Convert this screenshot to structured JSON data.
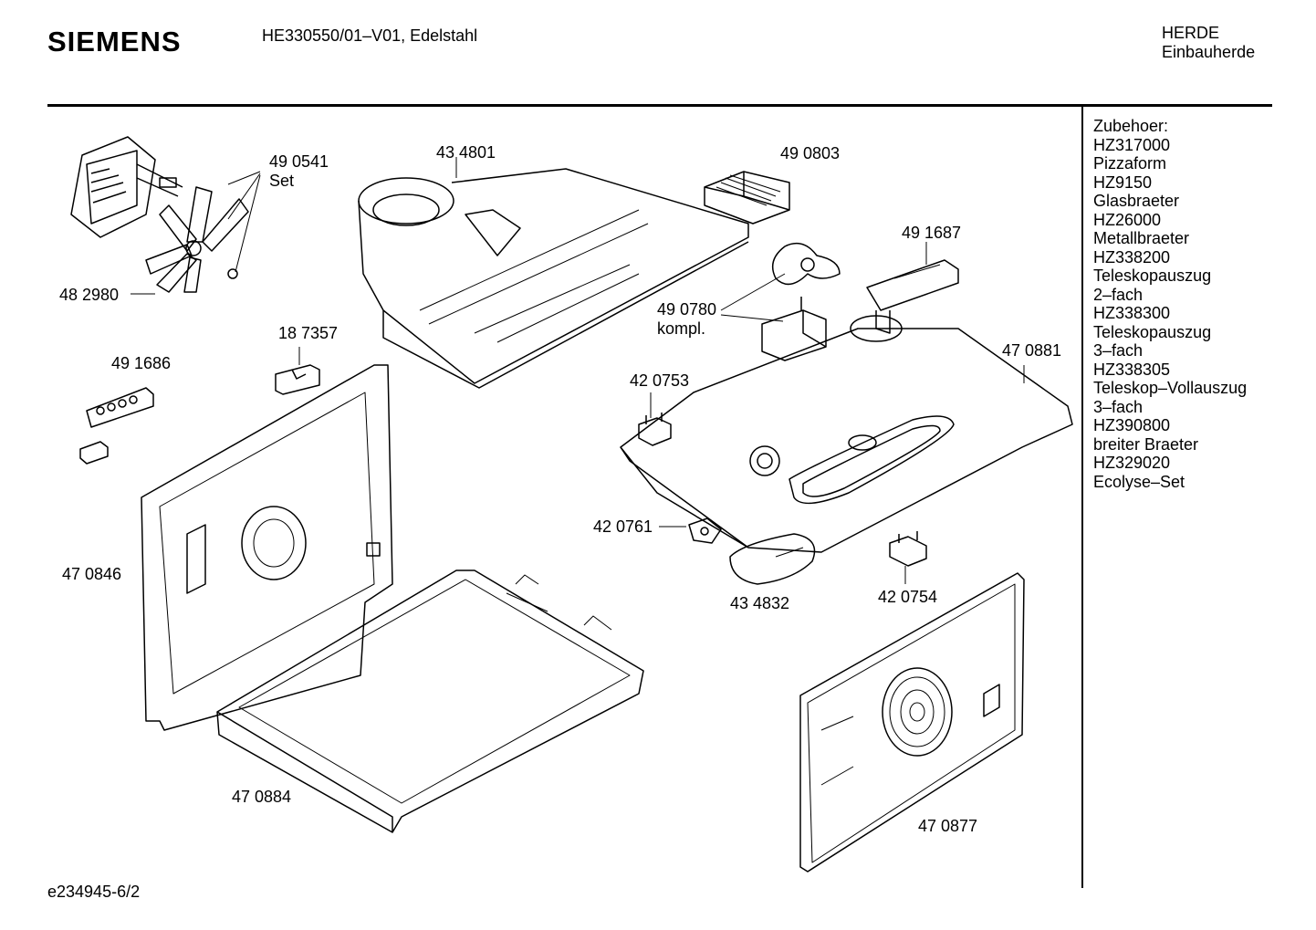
{
  "header": {
    "brand": "SIEMENS",
    "model": "HE330550/01–V01, Edelstahl",
    "category_line1": "HERDE",
    "category_line2": "Einbauherde"
  },
  "accessories": [
    "Zubehoer:",
    "HZ317000",
    "Pizzaform",
    "HZ9150",
    "Glasbraeter",
    "HZ26000",
    "Metallbraeter",
    "HZ338200",
    "Teleskopauszug",
    "2–fach",
    "HZ338300",
    "Teleskopauszug",
    "3–fach",
    "HZ338305",
    "Teleskop–Vollauszug",
    "3–fach",
    "HZ390800",
    "breiter Braeter",
    "HZ329020",
    "Ecolyse–Set"
  ],
  "parts": {
    "p490541": "49 0541",
    "p490541_sub": "Set",
    "p482980": "48 2980",
    "p434801": "43 4801",
    "p490803": "49 0803",
    "p491687": "49 1687",
    "p490780": "49 0780",
    "p490780_sub": "kompl.",
    "p187357": "18 7357",
    "p491686": "49 1686",
    "p470881": "47 0881",
    "p420753": "42 0753",
    "p420761": "42 0761",
    "p470846": "47 0846",
    "p434832": "43 4832",
    "p420754": "42 0754",
    "p470884": "47 0884",
    "p470877": "47 0877"
  },
  "footer": {
    "drawing_id": "e234945-6/2"
  }
}
